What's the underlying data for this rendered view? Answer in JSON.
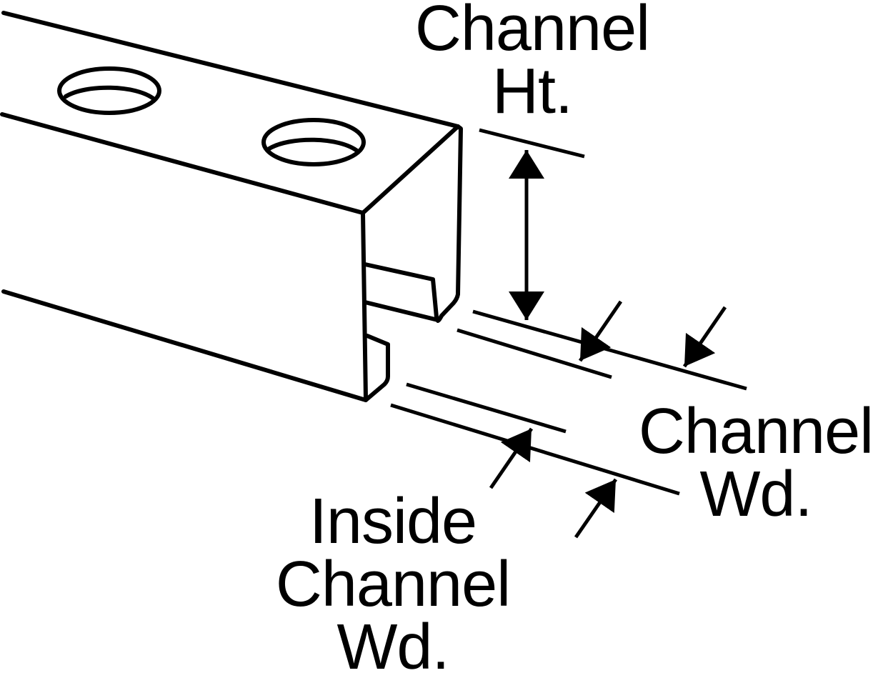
{
  "diagram": {
    "labels": {
      "channel_height": {
        "line1": "Channel",
        "line2": "Ht."
      },
      "channel_width": {
        "line1": "Channel",
        "line2": "Wd."
      },
      "inside_channel_width": {
        "line1": "Inside",
        "line2": "Channel",
        "line3": "Wd."
      }
    },
    "colors": {
      "stroke": "#000000",
      "background": "#ffffff",
      "text": "#000000"
    }
  }
}
